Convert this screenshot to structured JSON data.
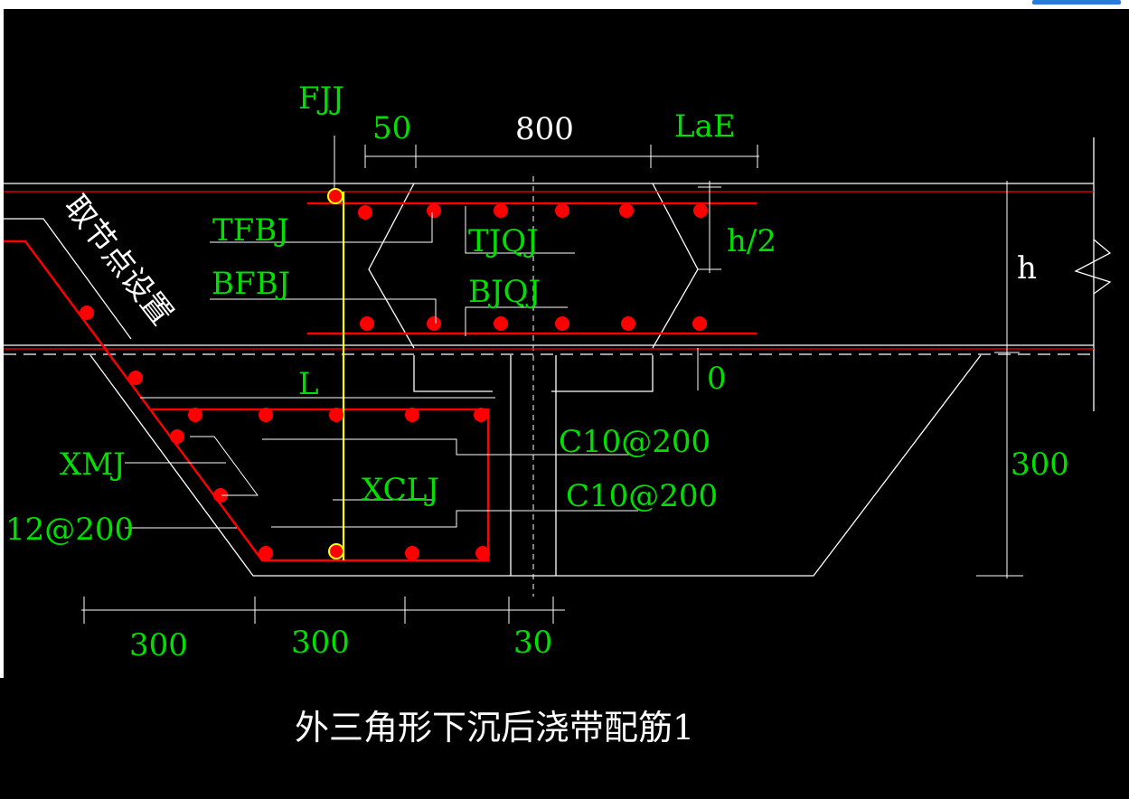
{
  "caption": "外三角形下沉后浇带配筋1",
  "node_setting_label": "取节点设置",
  "labels": {
    "fjj": "FJJ",
    "tfbj": "TFBJ",
    "bfbj": "BFBJ",
    "tjqj": "TJQJ",
    "bjqj": "BJQJ",
    "l": "L",
    "xmj": "XMJ",
    "xclj": "XCLJ",
    "c10_upper": "C10@200",
    "c10_lower": "C10@200",
    "rebar_12": "12@200",
    "h": "h",
    "half_h": "h/2",
    "lae": "LaE",
    "zero": "0"
  },
  "dimensions": {
    "top_left": "50",
    "top_mid": "800",
    "right_300": "300",
    "bottom_1": "300",
    "bottom_2": "300",
    "bottom_3": "30"
  },
  "colors": {
    "background": "#000000",
    "label": "#00e000",
    "line": "#ffffff",
    "rebar": "#ff0000",
    "fjj_bar": "#ffff00"
  }
}
